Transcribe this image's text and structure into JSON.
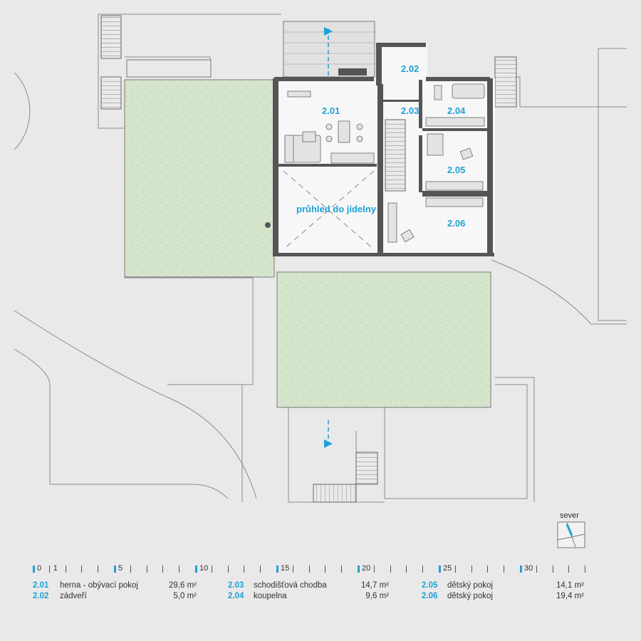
{
  "rooms": {
    "r201": "2.01",
    "r202": "2.02",
    "r203": "2.03",
    "r204": "2.04",
    "r205": "2.05",
    "r206": "2.06"
  },
  "void_label": "průhled do jídelny",
  "north_label": "sever",
  "scale": {
    "labels": [
      "0",
      "1",
      "5",
      "10",
      "15",
      "20",
      "25",
      "30"
    ]
  },
  "legend": [
    {
      "code": "2.01",
      "name": "herna - obývací pokoj",
      "area": "29,6 m²"
    },
    {
      "code": "2.02",
      "name": "zádveří",
      "area": "5,0 m²"
    },
    {
      "code": "2.03",
      "name": "schodišťová chodba",
      "area": "14,7 m²"
    },
    {
      "code": "2.04",
      "name": "koupelna",
      "area": "9,6 m²"
    },
    {
      "code": "2.05",
      "name": "dětský pokoj",
      "area": "14,1 m²"
    },
    {
      "code": "2.06",
      "name": "dětský pokoj",
      "area": "19,4 m²"
    }
  ],
  "colors": {
    "background": "#e9e9e9",
    "lawn": "#d5e5cc",
    "wall": "#555555",
    "accent": "#1fa0d8",
    "line": "#8a8a8a"
  }
}
